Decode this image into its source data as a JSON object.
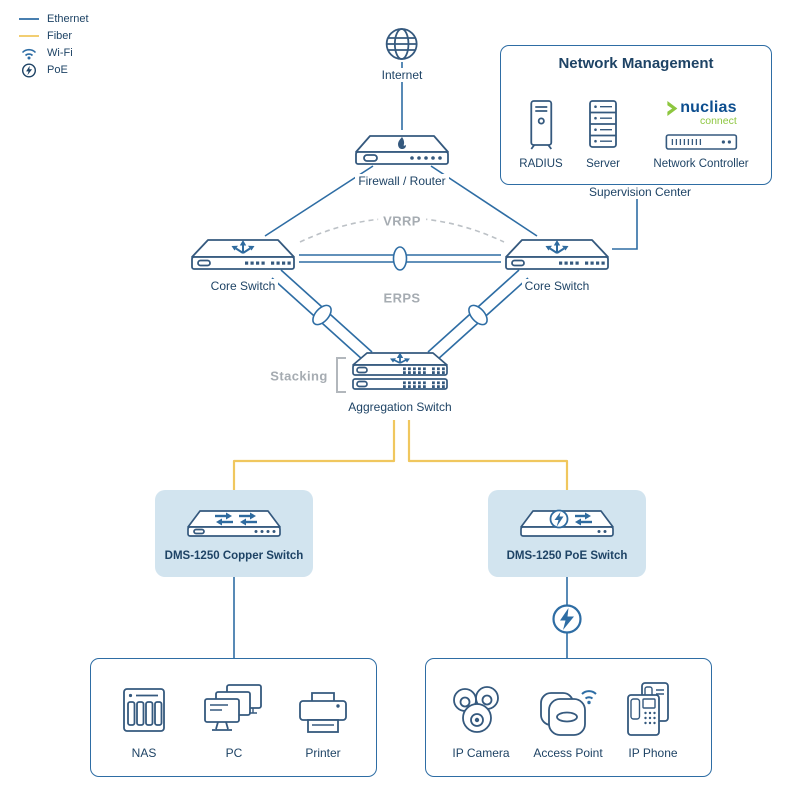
{
  "legend": {
    "items": [
      {
        "id": "ethernet",
        "label": "Ethernet",
        "swatch": "line",
        "color": "#2e6da4"
      },
      {
        "id": "fiber",
        "label": "Fiber",
        "swatch": "line",
        "color": "#f0c75e"
      },
      {
        "id": "wifi",
        "label": "Wi-Fi",
        "icon": "wifi-icon"
      },
      {
        "id": "poe",
        "label": "PoE",
        "icon": "poe-icon"
      }
    ]
  },
  "nodes": {
    "internet": {
      "label": "Internet",
      "icon": "globe-icon"
    },
    "firewall": {
      "label": "Firewall / Router",
      "icon": "firewall-router-icon"
    },
    "core_left": {
      "label": "Core Switch",
      "icon": "core-switch-icon"
    },
    "core_right": {
      "label": "Core Switch",
      "icon": "core-switch-icon"
    },
    "aggregation": {
      "label": "Aggregation Switch",
      "icon": "stacked-switch-icon"
    },
    "dms_copper": {
      "label": "DMS-1250 Copper Switch",
      "icon": "copper-switch-icon"
    },
    "dms_poe": {
      "label": "DMS-1250 PoE Switch",
      "icon": "poe-switch-icon"
    }
  },
  "annotations": {
    "vrrp": "VRRP",
    "erps": "ERPS",
    "stacking": "Stacking",
    "supervision": "Supervision Center"
  },
  "management": {
    "title": "Network Management",
    "brand": "nuclias",
    "brand_sub": "connect",
    "items": [
      {
        "label": "RADIUS",
        "icon": "tower-server-icon"
      },
      {
        "label": "Server",
        "icon": "rack-server-icon"
      },
      {
        "label": "Network Controller",
        "icon": "network-controller-icon"
      }
    ]
  },
  "endpoints_left": {
    "items": [
      {
        "label": "NAS",
        "icon": "nas-icon"
      },
      {
        "label": "PC",
        "icon": "pc-icon"
      },
      {
        "label": "Printer",
        "icon": "printer-icon"
      }
    ]
  },
  "endpoints_right": {
    "items": [
      {
        "label": "IP Camera",
        "icon": "ip-camera-icon"
      },
      {
        "label": "Access Point",
        "icon": "access-point-icon"
      },
      {
        "label": "IP Phone",
        "icon": "ip-phone-icon"
      }
    ]
  },
  "colors": {
    "ethernet": "#2e6da4",
    "fiber": "#f0c75e",
    "navy_text": "#1e4365",
    "device_stroke": "#35597e",
    "gray_label": "#a6acb2",
    "highlight": "#d2e4ef",
    "brand_green": "#8dc63f",
    "brand_navy": "#0d4e8f"
  }
}
